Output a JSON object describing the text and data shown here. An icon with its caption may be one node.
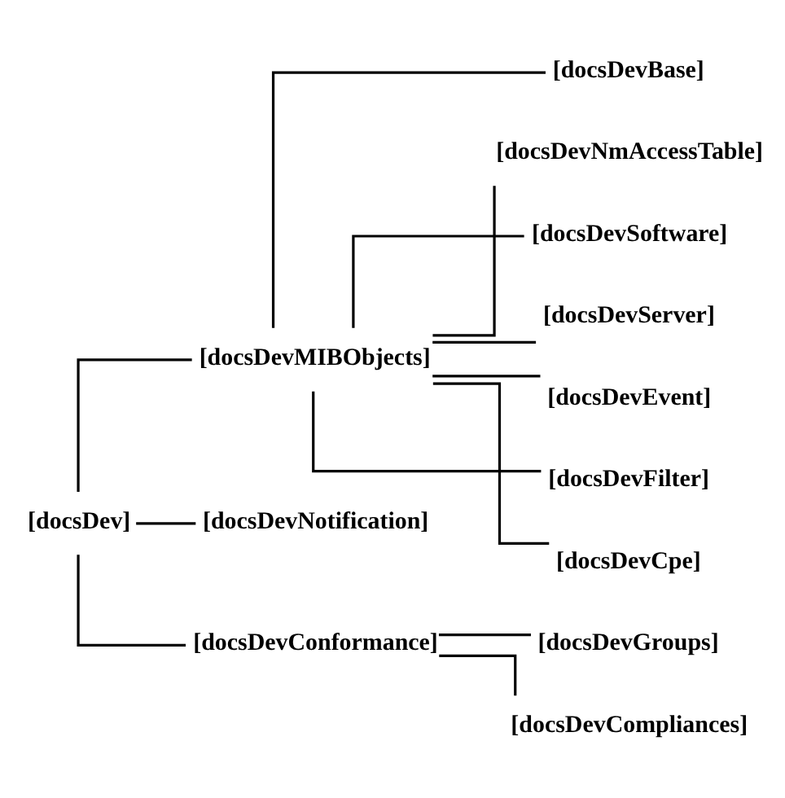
{
  "diagram": {
    "nodes": [
      {
        "text": [
          "[docsDev]"
        ]
      },
      {
        "text": [
          "[docsDevMIBObjects]"
        ]
      },
      {
        "text": [
          "[docsDevBase]"
        ]
      },
      {
        "text": [
          "[docsDevNmAccessTable]"
        ]
      },
      {
        "text": [
          "[docsDevSoftware]"
        ]
      },
      {
        "text": [
          "[docsDevServer]"
        ]
      },
      {
        "text": [
          "[docsDevEvent]"
        ]
      },
      {
        "text": [
          "[docsDevFilter]"
        ]
      },
      {
        "text": [
          "[docsDevCpe]"
        ]
      },
      {
        "text": [
          "[docsDevNotification]"
        ]
      },
      {
        "text": [
          "[docsDevConformance]"
        ]
      },
      {
        "text": [
          "[docsDevGroups]"
        ]
      },
      {
        "text": [
          "[docsDevCompliances]"
        ]
      }
    ],
    "edges": [
      {
        "from": 0,
        "to": 1,
        "arrow": "none"
      },
      {
        "from": 1,
        "to": 2,
        "arrow": "none"
      },
      {
        "from": 1,
        "to": 3,
        "arrow": "none"
      },
      {
        "from": 1,
        "to": 4,
        "arrow": "none"
      },
      {
        "from": 1,
        "to": 5,
        "arrow": "none"
      },
      {
        "from": 1,
        "to": 6,
        "arrow": "none"
      },
      {
        "from": 1,
        "to": 7,
        "arrow": "none"
      },
      {
        "from": 1,
        "to": 8,
        "arrow": "none"
      },
      {
        "from": 0,
        "to": 9,
        "arrow": "none"
      },
      {
        "from": 0,
        "to": 10,
        "arrow": "none"
      },
      {
        "from": 10,
        "to": 11,
        "arrow": "none"
      },
      {
        "from": 10,
        "to": 12,
        "arrow": "none"
      }
    ]
  }
}
